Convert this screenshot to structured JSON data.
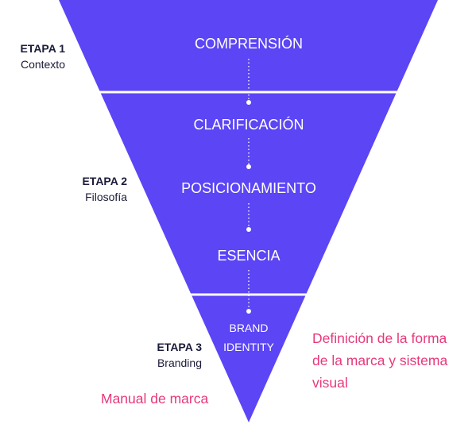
{
  "colors": {
    "funnel": "#5b45f5",
    "divider": "#ffffff",
    "accent_text": "#e8387a",
    "stage_text": "#1b1b3a"
  },
  "funnel_steps": [
    "COMPRENSIÓN",
    "CLARIFICACIÓN",
    "POSICIONAMIENTO",
    "ESENCIA"
  ],
  "brand_identity": {
    "line1": "BRAND",
    "line2": "IDENTITY"
  },
  "stages": [
    {
      "title": "ETAPA 1",
      "subtitle": "Contexto"
    },
    {
      "title": "ETAPA 2",
      "subtitle": "Filosofía"
    },
    {
      "title": "ETAPA 3",
      "subtitle": "Branding"
    }
  ],
  "annotations": {
    "manual": "Manual de marca",
    "definition": "Definición de la forma de la marca y sistema visual"
  }
}
